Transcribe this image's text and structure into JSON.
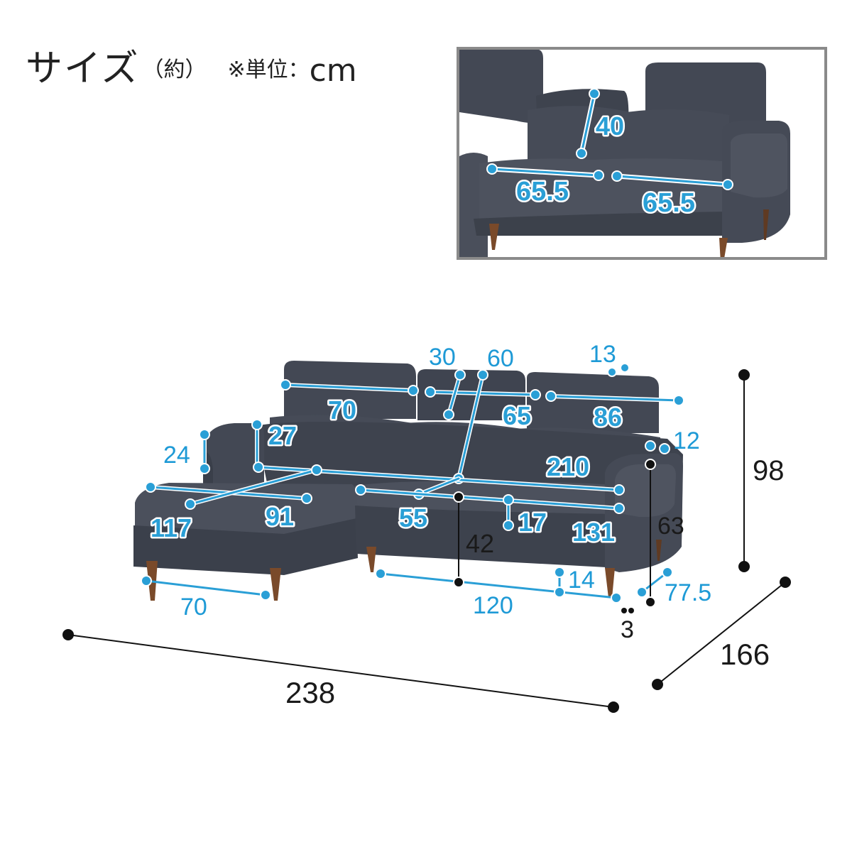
{
  "header": {
    "title": "サイズ",
    "approx": "（約）",
    "unit_note": "※単位：",
    "unit": "cm"
  },
  "colors": {
    "blue": "#2a9fd6",
    "sofa": "#434854",
    "sofa_dark": "#363a44",
    "leg": "#7a4a2a",
    "black": "#111111"
  },
  "inset": {
    "labels": {
      "pillow_h": "40",
      "seat_left": "65.5",
      "seat_right": "65.5"
    }
  },
  "dims": {
    "headrest_small": "30",
    "backrest_depth": "60",
    "headrest_gap": "13",
    "headrest_left_w": "70",
    "headrest_mid_w": "65",
    "headrest_right_w": "86",
    "arm_w": "12",
    "arm_h": "24",
    "back_h": "27",
    "seat_inner_w": "210",
    "chaise_depth": "117",
    "chaise_w": "91",
    "seat_depth": "55",
    "cushion_t": "17",
    "seat_w": "131",
    "seat_h": "42",
    "arm_height": "63",
    "total_h": "98",
    "leg_w_left": "70",
    "leg_w_right": "120",
    "leg_h": "14",
    "leg_gap": "3",
    "side_depth": "77.5",
    "total_w": "238",
    "total_d": "166"
  }
}
